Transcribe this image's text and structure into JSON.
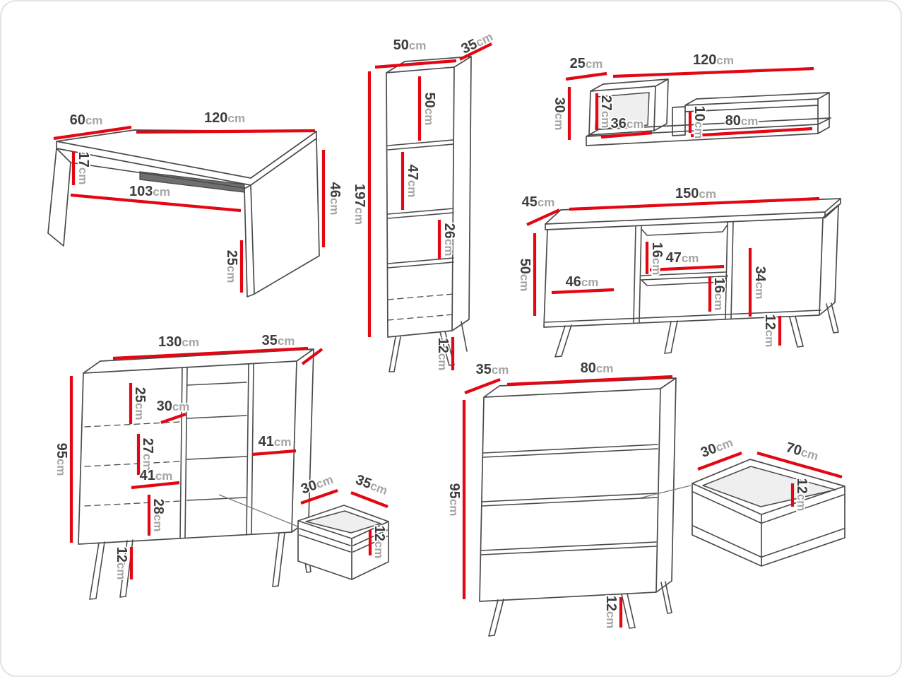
{
  "diagram": {
    "type": "furniture-dimension-diagram",
    "unit": "cm",
    "colors": {
      "dimension_line": "#e30613",
      "outline": "#4b4b4b",
      "value_text": "#3d3d3d",
      "unit_text": "#a5a5a5",
      "background": "#ffffff"
    },
    "furniture": {
      "desk": {
        "dims": [
          {
            "name": "depth",
            "value": "60",
            "unit": "cm"
          },
          {
            "name": "width",
            "value": "120",
            "unit": "cm"
          },
          {
            "name": "top-thickness",
            "value": "17",
            "unit": "cm"
          },
          {
            "name": "inner-width",
            "value": "103",
            "unit": "cm"
          },
          {
            "name": "side-height",
            "value": "46",
            "unit": "cm"
          },
          {
            "name": "leg-height",
            "value": "25",
            "unit": "cm"
          }
        ]
      },
      "bookcase": {
        "dims": [
          {
            "name": "width",
            "value": "50",
            "unit": "cm"
          },
          {
            "name": "depth",
            "value": "35",
            "unit": "cm"
          },
          {
            "name": "top-shelf-height",
            "value": "50",
            "unit": "cm"
          },
          {
            "name": "middle-shelf-height",
            "value": "47",
            "unit": "cm"
          },
          {
            "name": "lower-shelf-height",
            "value": "26",
            "unit": "cm"
          },
          {
            "name": "height",
            "value": "197",
            "unit": "cm"
          },
          {
            "name": "leg-height",
            "value": "12",
            "unit": "cm"
          }
        ]
      },
      "wall_shelf": {
        "dims": [
          {
            "name": "depth",
            "value": "25",
            "unit": "cm"
          },
          {
            "name": "width",
            "value": "120",
            "unit": "cm"
          },
          {
            "name": "height",
            "value": "30",
            "unit": "cm"
          },
          {
            "name": "cabinet-inner-height",
            "value": "27",
            "unit": "cm"
          },
          {
            "name": "cabinet-inner-width",
            "value": "36",
            "unit": "cm"
          },
          {
            "name": "shelf-opening-height",
            "value": "10",
            "unit": "cm"
          },
          {
            "name": "shelf-length",
            "value": "80",
            "unit": "cm"
          }
        ]
      },
      "tv_stand": {
        "dims": [
          {
            "name": "depth",
            "value": "45",
            "unit": "cm"
          },
          {
            "name": "width",
            "value": "150",
            "unit": "cm"
          },
          {
            "name": "height",
            "value": "50",
            "unit": "cm"
          },
          {
            "name": "niche-upper-height",
            "value": "16",
            "unit": "cm"
          },
          {
            "name": "niche-width",
            "value": "47",
            "unit": "cm"
          },
          {
            "name": "compartment-width",
            "value": "46",
            "unit": "cm"
          },
          {
            "name": "niche-lower-height",
            "value": "16",
            "unit": "cm"
          },
          {
            "name": "door-height",
            "value": "34",
            "unit": "cm"
          },
          {
            "name": "leg-height",
            "value": "12",
            "unit": "cm"
          }
        ]
      },
      "sideboard": {
        "dims": [
          {
            "name": "width",
            "value": "130",
            "unit": "cm"
          },
          {
            "name": "depth",
            "value": "35",
            "unit": "cm"
          },
          {
            "name": "upper-section-height",
            "value": "25",
            "unit": "cm"
          },
          {
            "name": "drawer-depth",
            "value": "30",
            "unit": "cm"
          },
          {
            "name": "middle-section-height",
            "value": "27",
            "unit": "cm"
          },
          {
            "name": "right-section-width",
            "value": "41",
            "unit": "cm"
          },
          {
            "name": "left-section-width",
            "value": "41",
            "unit": "cm"
          },
          {
            "name": "lower-section-height",
            "value": "28",
            "unit": "cm"
          },
          {
            "name": "height",
            "value": "95",
            "unit": "cm"
          },
          {
            "name": "leg-height",
            "value": "12",
            "unit": "cm"
          }
        ]
      },
      "sideboard_drawer": {
        "dims": [
          {
            "name": "depth",
            "value": "30",
            "unit": "cm"
          },
          {
            "name": "width",
            "value": "35",
            "unit": "cm"
          },
          {
            "name": "inner-height",
            "value": "12",
            "unit": "cm"
          }
        ]
      },
      "chest": {
        "dims": [
          {
            "name": "depth",
            "value": "35",
            "unit": "cm"
          },
          {
            "name": "width",
            "value": "80",
            "unit": "cm"
          },
          {
            "name": "height",
            "value": "95",
            "unit": "cm"
          },
          {
            "name": "leg-height",
            "value": "12",
            "unit": "cm"
          }
        ]
      },
      "chest_drawer": {
        "dims": [
          {
            "name": "depth",
            "value": "30",
            "unit": "cm"
          },
          {
            "name": "width",
            "value": "70",
            "unit": "cm"
          },
          {
            "name": "inner-height",
            "value": "12",
            "unit": "cm"
          }
        ]
      }
    }
  }
}
